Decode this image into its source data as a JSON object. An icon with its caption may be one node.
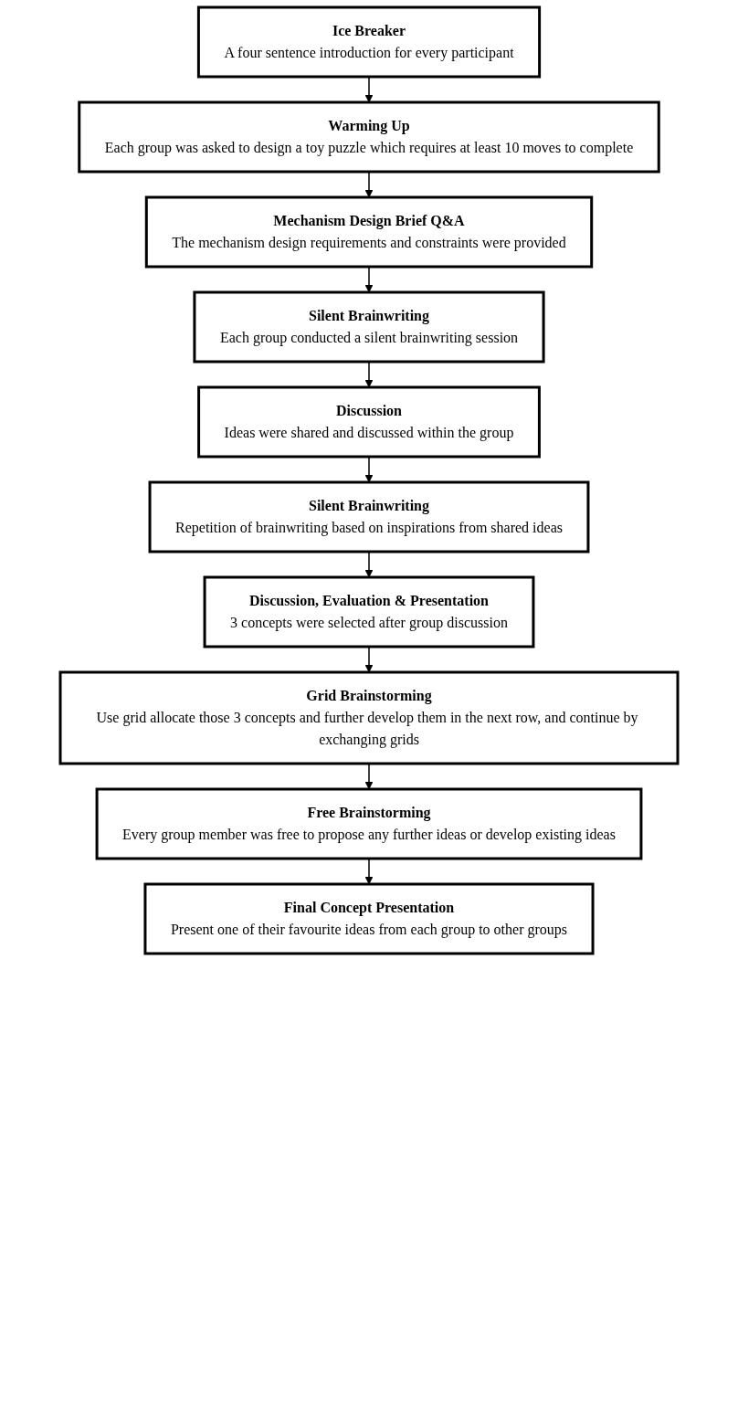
{
  "diagram": {
    "nodes": [
      {
        "text": [
          "Ice Breaker",
          "A four sentence introduction for every participant"
        ]
      },
      {
        "text": [
          "Warming Up",
          "Each group was asked to design a toy puzzle which requires at least 10 moves to complete"
        ]
      },
      {
        "text": [
          "Mechanism Design Brief  Q&A",
          "The mechanism design requirements and constraints were provided"
        ]
      },
      {
        "text": [
          "Silent Brainwriting",
          "Each group conducted a silent brainwriting session"
        ]
      },
      {
        "text": [
          "Discussion",
          "Ideas were shared and discussed within the group"
        ]
      },
      {
        "text": [
          "Silent Brainwriting",
          "Repetition of brainwriting based on inspirations from shared ideas"
        ]
      },
      {
        "text": [
          "Discussion, Evaluation & Presentation",
          "3 concepts were selected after group discussion"
        ]
      },
      {
        "text": [
          "Grid Brainstorming",
          "Use grid allocate those 3 concepts and further develop them in the next row, and continue by exchanging grids"
        ]
      },
      {
        "text": [
          "Free Brainstorming",
          "Every group member was free to propose any further ideas or develop existing ideas"
        ]
      },
      {
        "text": [
          "Final Concept Presentation",
          "Present one of their favourite ideas from each group to other groups"
        ]
      }
    ],
    "edges": [
      {
        "from": 0,
        "to": 1,
        "arrow": "to"
      },
      {
        "from": 1,
        "to": 2,
        "arrow": "to"
      },
      {
        "from": 2,
        "to": 3,
        "arrow": "to"
      },
      {
        "from": 3,
        "to": 4,
        "arrow": "to"
      },
      {
        "from": 4,
        "to": 5,
        "arrow": "to"
      },
      {
        "from": 5,
        "to": 6,
        "arrow": "to"
      },
      {
        "from": 6,
        "to": 7,
        "arrow": "to"
      },
      {
        "from": 7,
        "to": 8,
        "arrow": "to"
      },
      {
        "from": 8,
        "to": 9,
        "arrow": "to"
      }
    ]
  }
}
